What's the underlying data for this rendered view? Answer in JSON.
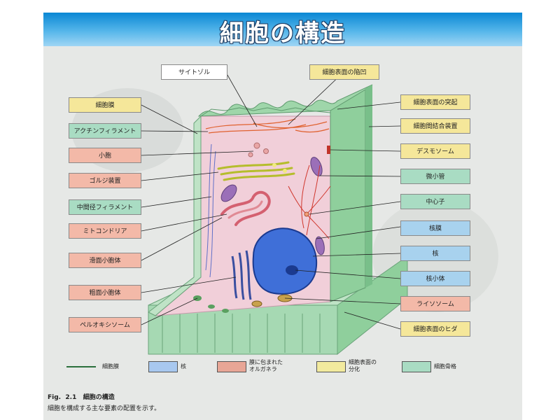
{
  "header": {
    "title": "細胞の構造"
  },
  "labels": {
    "cytosol": "サイトゾル",
    "surface_pit": "細胞表面の陥凹",
    "cell_membrane": "細胞膜",
    "actin": "アクチンフィラメント",
    "vesicle": "小胞",
    "golgi": "ゴルジ装置",
    "intermediate": "中間径フィラメント",
    "mitochondria": "ミトコンドリア",
    "smooth_er": "滑面小胞体",
    "rough_er": "粗面小胞体",
    "peroxisome": "ペルオキシソーム",
    "protrusion": "細胞表面の突起",
    "junction": "細胞間結合装置",
    "desmosome": "デスモソーム",
    "microtubule": "微小管",
    "centrosome": "中心子",
    "nuclear_envelope": "核膜",
    "nucleus": "核",
    "nucleolus": "核小体",
    "lysosome": "ライソソーム",
    "fold": "細胞表面のヒダ"
  },
  "legend": {
    "membrane": "細胞膜",
    "nucleus": "核",
    "organelle_line1": "膜に包まれた",
    "organelle_line2": "オルガネラ",
    "surface_line1": "細胞表面の",
    "surface_line2": "分化",
    "cytoskeleton": "細胞骨格"
  },
  "caption": {
    "fig": "Fig.",
    "number": "2.1",
    "title": "細胞の構造",
    "description": "細胞を構成する主な要素の配置を示す。"
  },
  "colors": {
    "header_top": "#0a87d4",
    "membrane_green": "#8fcf9c",
    "nucleus_blue": "#3f6fd8",
    "organelle_pink": "#e28a8a",
    "surface_yellow": "#f5e79a",
    "cytoskeleton_green": "#a9dcc3"
  }
}
